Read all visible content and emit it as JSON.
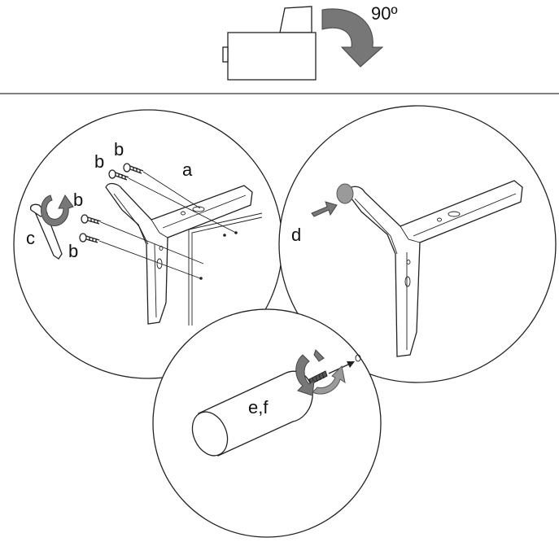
{
  "step_top": {
    "rotation_label": "90º"
  },
  "panel_left": {
    "labels": {
      "a": "a",
      "b1": "b",
      "b2": "b",
      "b3": "b",
      "b4": "b",
      "c": "c"
    }
  },
  "panel_right": {
    "labels": {
      "d": "d"
    }
  },
  "panel_bottom": {
    "labels": {
      "ef": "e,f"
    }
  },
  "colors": {
    "arrow_grey": "#777777",
    "line": "#222222",
    "background": "#ffffff"
  },
  "icons": [
    "rotate-arrow-icon",
    "hex-key-icon",
    "screw-icon",
    "insert-arrow-icon",
    "twist-arrow-icon"
  ]
}
